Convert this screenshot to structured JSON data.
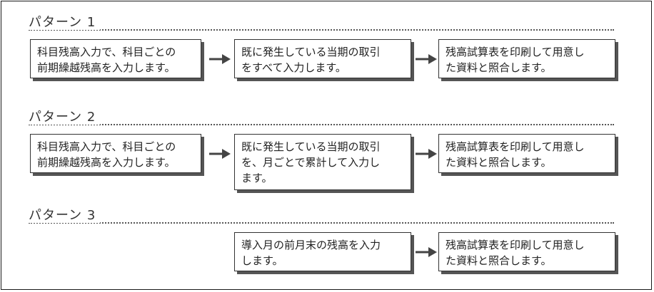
{
  "patterns": [
    {
      "heading": "パターン 1",
      "boxes": [
        "科目残高入力で、科目ごとの\n前期繰越残高を入力します。",
        "既に発生している当期の取引\nをすべて入力します。",
        "残高試算表を印刷して用意し\nた資料と照合します。"
      ]
    },
    {
      "heading": "パターン 2",
      "boxes": [
        "科目残高入力で、科目ごとの\n前期繰越残高を入力します。",
        "既に発生している当期の取引\nを、月ごとで累計して入力し\nます。",
        "残高試算表を印刷して用意し\nた資料と照合します。"
      ]
    },
    {
      "heading": "パターン 3",
      "boxes": [
        "導入月の前月末の残高を入力\nします。",
        "残高試算表を印刷して用意し\nた資料と照合します。"
      ]
    }
  ]
}
